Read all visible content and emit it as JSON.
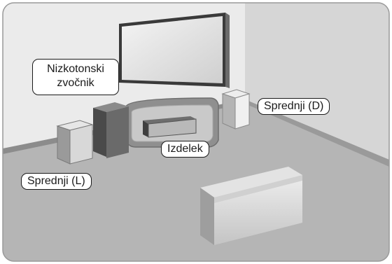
{
  "labels": {
    "subwoofer_line1": "Nizkotonski",
    "subwoofer_line2": "zvočnik",
    "front_right": "Sprednji (D)",
    "product": "Izdelek",
    "front_left": "Sprednji (L)"
  },
  "colors": {
    "wall_back": "#ececec",
    "wall_right": "#d9d9d9",
    "floor": "#b3b3b3",
    "outline": "#1a1a1a"
  }
}
